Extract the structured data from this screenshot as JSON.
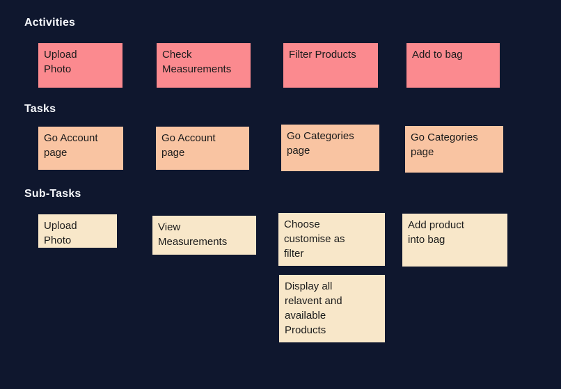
{
  "background_color": "#0f172e",
  "palette": {
    "activity": "#fb8a8f",
    "task": "#f9c4a2",
    "subtask": "#f8e7c9",
    "label_text": "#f5f7fb",
    "card_text": "#1b1b1b"
  },
  "sections": [
    {
      "label": "Activities"
    },
    {
      "label": "Tasks"
    },
    {
      "label": "Sub-Tasks"
    }
  ],
  "activities": [
    {
      "text": "Upload\nPhoto"
    },
    {
      "text": "Check\nMeasurements"
    },
    {
      "text": "Filter Products"
    },
    {
      "text": "Add to bag"
    }
  ],
  "tasks": [
    {
      "text": "Go  Account\npage"
    },
    {
      "text": "Go  Account\npage"
    },
    {
      "text": "Go  Categories\npage"
    },
    {
      "text": "Go  Categories\npage"
    }
  ],
  "subtasks": [
    {
      "text": "Upload\nPhoto"
    },
    {
      "text": "View\nMeasurements"
    },
    {
      "text": "Choose\ncustomise as\nfilter"
    },
    {
      "text": "Add product\ninto bag"
    },
    {
      "text": "Display all\nrelavent and\navailable\nProducts"
    }
  ]
}
